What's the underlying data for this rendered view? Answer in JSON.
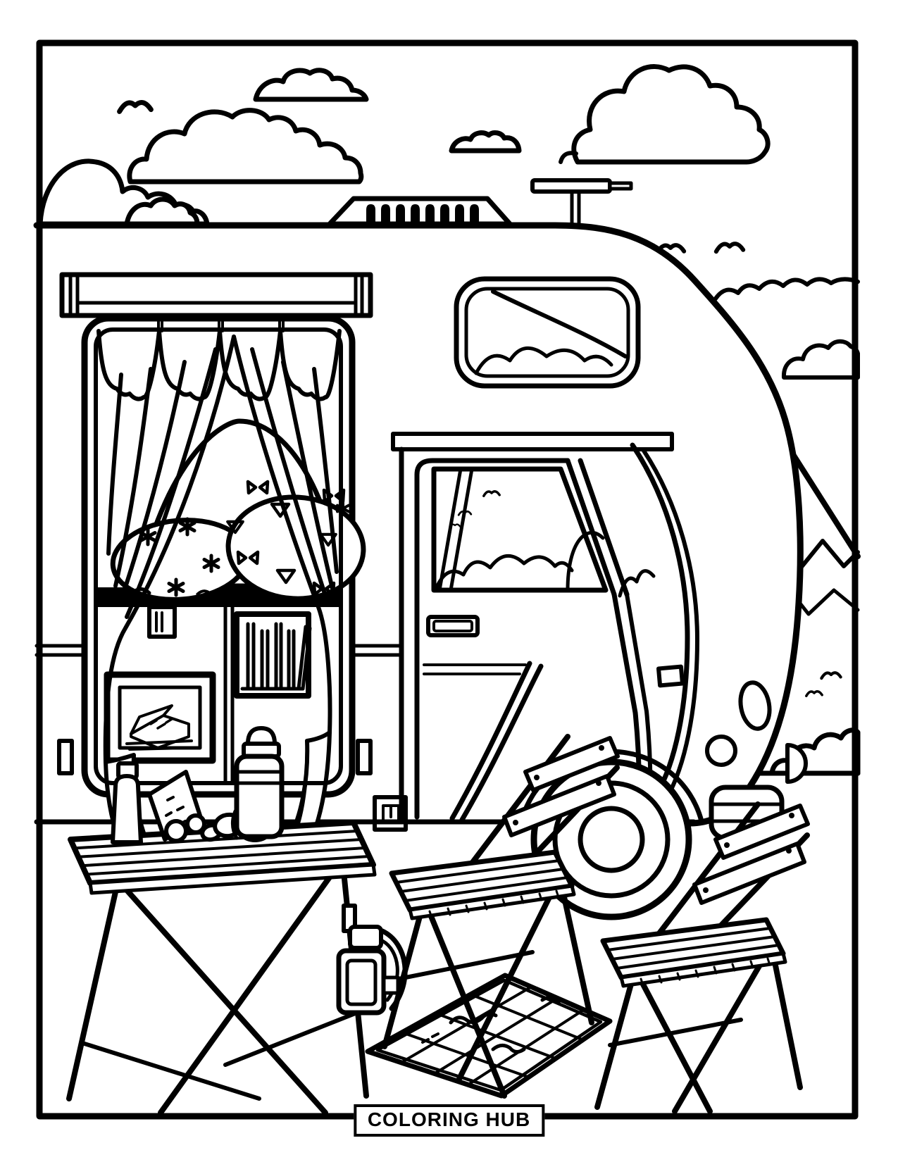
{
  "meta": {
    "type": "coloring-page",
    "orientation": "portrait"
  },
  "palette": {
    "ink": "#000000",
    "paper": "#ffffff"
  },
  "footer": {
    "brand": "COLORING HUB"
  },
  "scene": {
    "description": "Black-and-white line-art coloring page of a camper van parked at a campsite with folding table, chairs, map and mountains",
    "elements": [
      "sky-clouds",
      "flying-birds",
      "mountains",
      "camper-van",
      "roof-vent",
      "roof-antenna",
      "awning-roller",
      "living-window",
      "scalloped-valance",
      "curtains",
      "flower-pillow",
      "butterfly-pillow",
      "interior-vent",
      "interior-picture-frame",
      "interior-bookshelf",
      "cab-door",
      "door-window",
      "door-handle",
      "over-cab-window",
      "windshield-pillar",
      "spare-wheel",
      "entry-step",
      "headlight",
      "folding-table",
      "thermos",
      "postcard",
      "bread-rolls",
      "croissant",
      "water-bottle",
      "vacuum-flask",
      "folding-chair-left",
      "folding-chair-right",
      "road-map",
      "bush",
      "ground-line",
      "page-border"
    ]
  }
}
